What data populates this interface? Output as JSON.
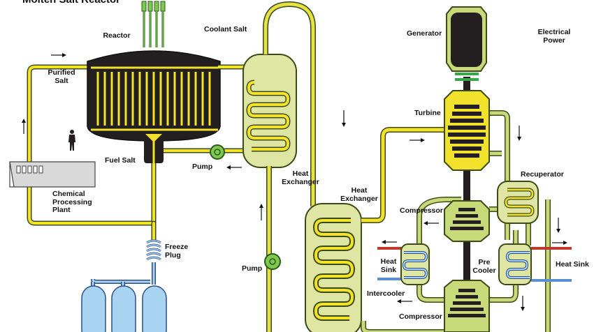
{
  "diagram": {
    "title": "Molten Salt Reactor",
    "labels": {
      "reactor": "Reactor",
      "coolant_salt": "Coolant Salt",
      "purified_salt": "Purified\nSalt",
      "fuel_salt": "Fuel Salt",
      "pump_primary": "Pump",
      "heat_exchanger_primary": "Heat\nExchanger",
      "chemical_processing_plant": "Chemical\nProcessing\nPlant",
      "freeze_plug": "Freeze\nPlug",
      "pump_secondary": "Pump",
      "heat_exchanger_secondary": "Heat\nExchanger",
      "generator": "Generator",
      "electrical_power": "Electrical\nPower",
      "turbine": "Turbine",
      "recuperator": "Recuperator",
      "compressor_upper": "Compressor",
      "heat_sink_left": "Heat\nSink",
      "pre_cooler": "Pre\nCooler",
      "heat_sink_right": "Heat Sink",
      "intercooler": "Intercooler",
      "compressor_lower": "Compressor"
    },
    "colors": {
      "primary_loop": "#f3e22c",
      "secondary_loop": "#c8d97a",
      "pipe_outline": "#3c4a16",
      "vessel": "#231f20",
      "exchanger_fill": "#dfe6a3",
      "tank": "#a8d4f2",
      "cold_water": "#5b8fd1",
      "hot_water": "#c0392b"
    }
  }
}
